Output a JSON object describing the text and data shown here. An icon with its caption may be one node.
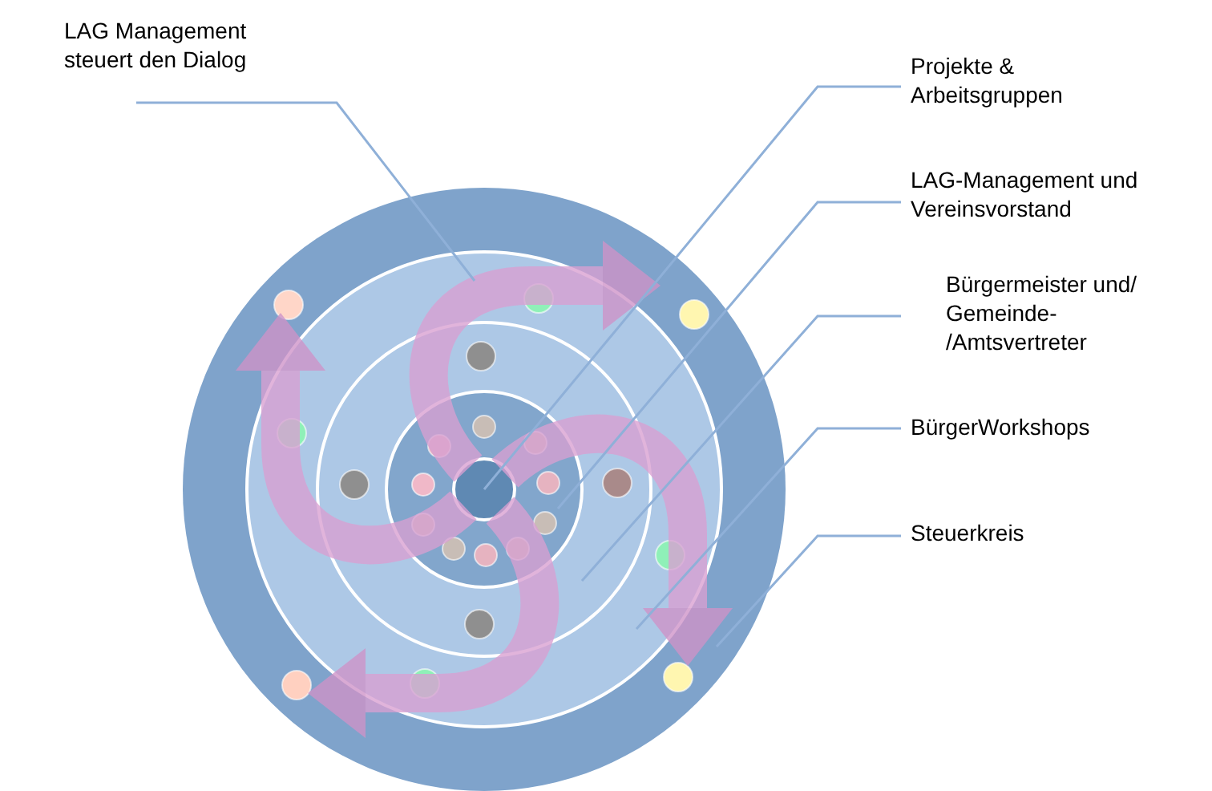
{
  "diagram": {
    "nodes": [
      {
        "text": [
          "LAG Management steuert den Dialog"
        ]
      },
      {
        "text": [
          "Projekte & Arbeitsgruppen"
        ]
      },
      {
        "text": [
          "LAG-Management und Vereinsvorstand"
        ]
      },
      {
        "text": [
          "Bürgermeister und/ Gemeinde- /Amtsvertreter"
        ]
      },
      {
        "text": [
          "BürgerWorkshops"
        ]
      },
      {
        "text": [
          "Steuerkreis"
        ]
      },
      {
        "text": [],
        "shape": "circle"
      },
      {
        "text": [],
        "shape": "circle",
        "in": 6
      },
      {
        "text": [],
        "shape": "circle",
        "in": 7
      },
      {
        "text": [],
        "shape": "circle",
        "in": 8
      },
      {
        "text": [],
        "shape": "circle",
        "in": 9
      },
      {
        "text": [],
        "shape": "arrow",
        "in": 6
      }
    ],
    "edges": [
      {
        "from": 0,
        "to": 11,
        "arrow": "none"
      },
      {
        "from": 1,
        "to": 10,
        "arrow": "none"
      },
      {
        "from": 2,
        "to": 9,
        "arrow": "none"
      },
      {
        "from": 3,
        "to": 8,
        "arrow": "none"
      },
      {
        "from": 4,
        "to": 7,
        "arrow": "none"
      },
      {
        "from": 5,
        "to": 6,
        "arrow": "none"
      }
    ]
  }
}
